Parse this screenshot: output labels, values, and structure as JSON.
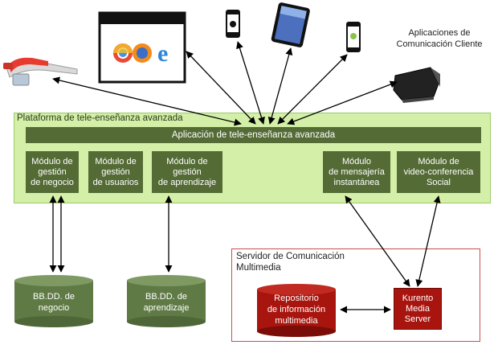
{
  "client_label": "Aplicaciones de\nComunicación Cliente",
  "platform": {
    "title": "Plataforma de tele-enseñanza avanzada",
    "app_bar": "Aplicación de tele-enseñanza avanzada",
    "modules": [
      "Módulo de\ngestión\nde negocio",
      "Módulo de\ngestión\nde usuarios",
      "Módulo de\ngestión\nde aprendizaje",
      "Módulo\nde mensajería\ninstantánea",
      "Módulo de\nvideo-conferencia\nSocial"
    ]
  },
  "databases": [
    "BB.DD. de\nnegocio",
    "BB.DD. de\naprendizaje"
  ],
  "server": {
    "title": "Servidor de Comunicación\nMultimedia",
    "repository": "Repositorio\nde información\nmultimedia",
    "kurento": "Kurento\nMedia\nServer"
  },
  "colors": {
    "platform_bg": "#d4f0a8",
    "module_bg": "#546b35",
    "server_border": "#c55050",
    "repo_fill": "#a8150e",
    "db_fill": "#5f7a45"
  },
  "icons": [
    "google-glass-icon",
    "web-browser-icon",
    "iphone-icon",
    "ipad-icon",
    "android-phone-icon",
    "vr-headset-icon"
  ]
}
